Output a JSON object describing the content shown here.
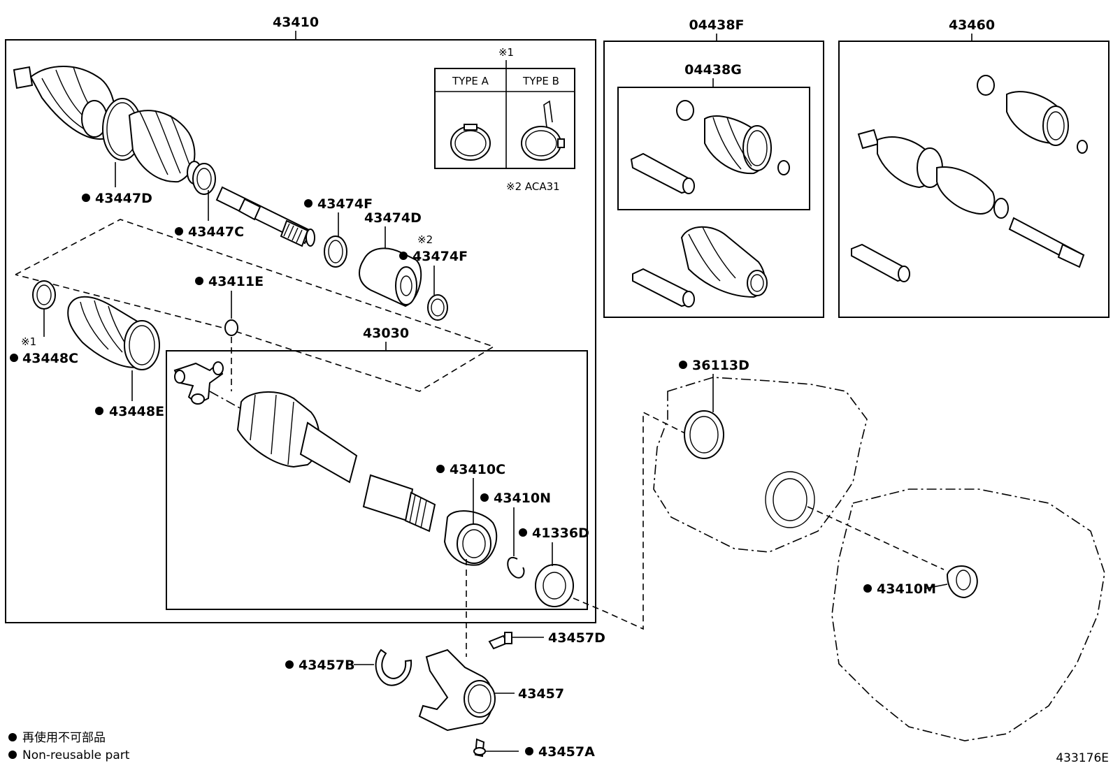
{
  "labels": {
    "p43410": "43410",
    "p04438F": "04438F",
    "p04438G": "04438G",
    "p43460": "43460",
    "p43447D": "43447D",
    "p43447C": "43447C",
    "p43474F_a": "43474F",
    "p43474D": "43474D",
    "p43474F_b": "43474F",
    "p43411E": "43411E",
    "p43030": "43030",
    "p43448C": "43448C",
    "p43448E": "43448E",
    "p43410C": "43410C",
    "p43410N": "43410N",
    "p41336D": "41336D",
    "p36113D": "36113D",
    "p43410M": "43410M",
    "p43457D": "43457D",
    "p43457B": "43457B",
    "p43457": "43457",
    "p43457A": "43457A"
  },
  "notes": {
    "note1": "※1",
    "note2": "※2",
    "note1b": "※1",
    "note2_aca": "※2 ACA31"
  },
  "types": {
    "type_a": "TYPE A",
    "type_b": "TYPE B"
  },
  "legend": {
    "jp": "再使用不可部品",
    "en": "Non-reusable part",
    "bullet": "●"
  },
  "figure_id": "433176E"
}
